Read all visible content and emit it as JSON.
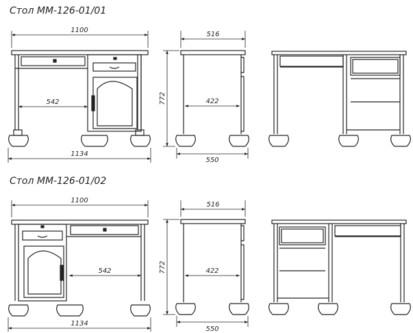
{
  "models": [
    {
      "title": "Стол ММ-126-01/01",
      "front": {
        "top_width": "1100",
        "base_width": "1134",
        "knee_width": "542"
      },
      "side": {
        "top_depth": "516",
        "base_depth": "550",
        "inner_depth": "422",
        "height": "772"
      }
    },
    {
      "title": "Стол ММ-126-01/02",
      "front": {
        "top_width": "1100",
        "base_width": "1134",
        "knee_width": "542"
      },
      "side": {
        "top_depth": "516",
        "base_depth": "550",
        "inner_depth": "422",
        "height": "772"
      }
    }
  ]
}
